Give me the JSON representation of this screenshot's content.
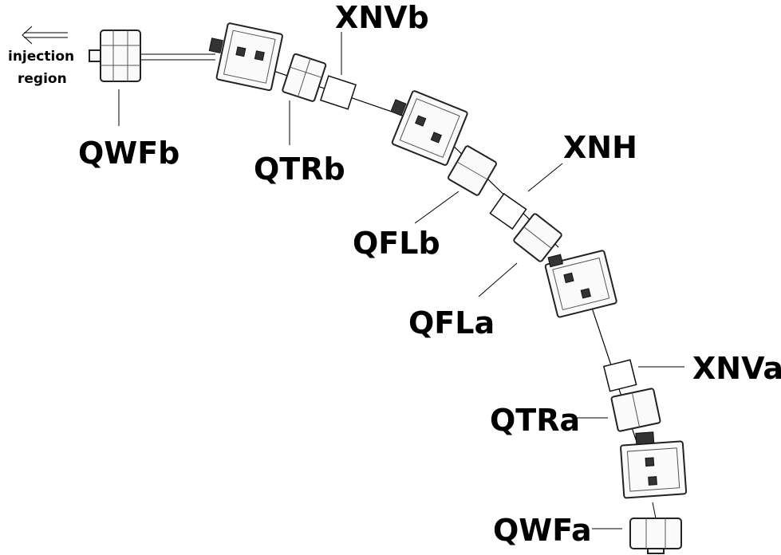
{
  "labels": {
    "injection": "injection",
    "region": "region",
    "qwfb": "QWFb",
    "qtrb": "QTRb",
    "xnvb": "XNVb",
    "xnh": "XNH",
    "qflb": "QFLb",
    "qfla": "QFLa",
    "xnva": "XNVa",
    "qtra": "QTRa",
    "qwfa": "QWFa"
  }
}
